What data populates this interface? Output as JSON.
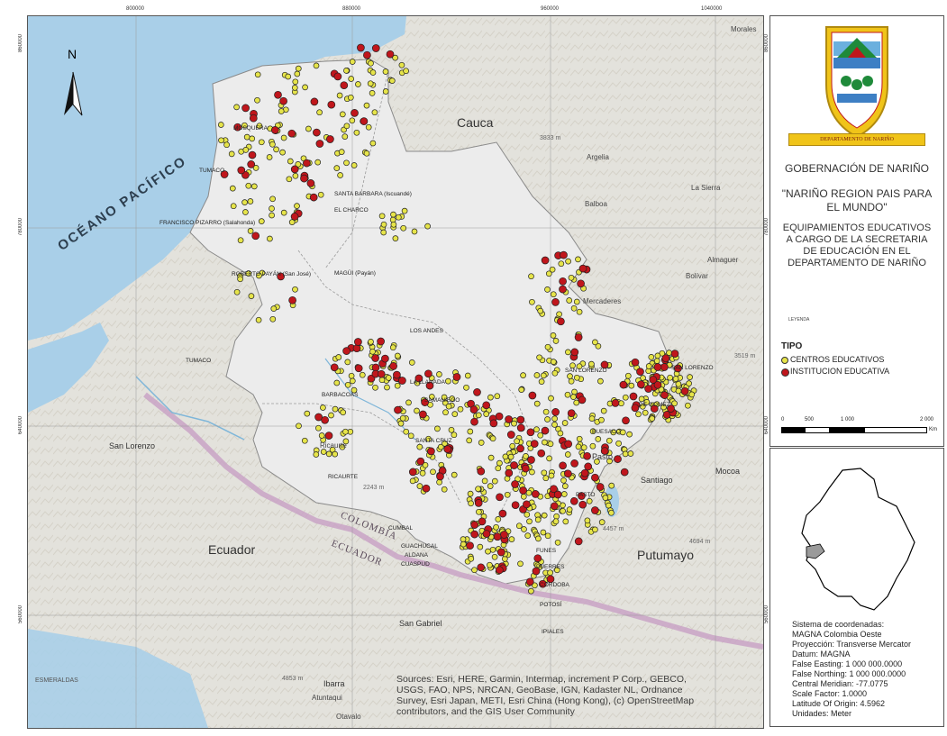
{
  "map": {
    "top_ticks": [
      "800000",
      "880000",
      "960000",
      "1040000"
    ],
    "left_ticks": [
      "860000",
      "780000",
      "640000",
      "560000"
    ],
    "right_ticks": [
      "860000",
      "780000",
      "640000",
      "560000"
    ],
    "north_label": "N",
    "ocean_label": "OCÉANO PACÍFICO",
    "regions": {
      "cauca": "Cauca",
      "ecuador": "Ecuador",
      "putumayo": "Putumayo",
      "colombia_border": "COLOMBIA",
      "ecuador_border": "ECUADOR"
    },
    "places": [
      {
        "name": "MOSQUERA"
      },
      {
        "name": "TUMACO"
      },
      {
        "name": "EL CHARCO"
      },
      {
        "name": "SANTA BARBARA (Iscuandé)"
      },
      {
        "name": "FRANCISCO PIZARRO (Salahonda)"
      },
      {
        "name": "ROBERTO PAYÁN (San José)"
      },
      {
        "name": "MAGÜI (Payán)"
      },
      {
        "name": "TUMACO"
      },
      {
        "name": "BARBACOAS"
      },
      {
        "name": "LOS ANDES"
      },
      {
        "name": "LA LLANADA"
      },
      {
        "name": "SAMANIEGO"
      },
      {
        "name": "SANTA CRUZ"
      },
      {
        "name": "RICAURTE"
      },
      {
        "name": "Ricaurte"
      },
      {
        "name": "San Lorenzo"
      },
      {
        "name": "CUMBAL"
      },
      {
        "name": "GUACHUCAL"
      },
      {
        "name": "ALDANA"
      },
      {
        "name": "CUASPUD"
      },
      {
        "name": "FUNES"
      },
      {
        "name": "PUERRES"
      },
      {
        "name": "CORDOBA"
      },
      {
        "name": "POTOSÍ"
      },
      {
        "name": "IPIALES"
      },
      {
        "name": "PASTO"
      },
      {
        "name": "Pasto"
      },
      {
        "name": "Santiago"
      },
      {
        "name": "Mocoa"
      },
      {
        "name": "Argelia"
      },
      {
        "name": "La Sierra"
      },
      {
        "name": "Balboa"
      },
      {
        "name": "Mercaderes"
      },
      {
        "name": "Almaguer"
      },
      {
        "name": "Bolívar"
      },
      {
        "name": "Morales"
      },
      {
        "name": "San Gabriel"
      },
      {
        "name": "Ibarra"
      },
      {
        "name": "Atuntaqui"
      },
      {
        "name": "Otavalo"
      },
      {
        "name": "ESMERALDAS"
      },
      {
        "name": "SAN LORENZO"
      },
      {
        "name": "DE GOMEZ"
      },
      {
        "name": "BUESACO"
      },
      {
        "name": "SAN LORENZO"
      }
    ],
    "elevations": [
      "3833 m",
      "4457 m",
      "4694 m",
      "2243 m",
      "4853 m",
      "3519 m"
    ],
    "source_text": "Sources: Esri, HERE, Garmin, Intermap, increment P Corp., GEBCO, USGS, FAO, NPS, NRCAN, GeoBase, IGN, Kadaster NL, Ordnance Survey, Esri Japan, METI, Esri China (Hong Kong), (c) OpenStreetMap contributors, and the GIS User Community"
  },
  "panel": {
    "crest_ribbon": "DEPARTAMENTO DE NARIÑO",
    "gov_title": "GOBERNACIÓN DE NARIÑO",
    "slogan": "\"NARIÑO REGION PAIS PARA EL MUNDO\"",
    "description": "EQUIPAMIENTOS EDUCATIVOS A CARGO DE LA SECRETARIA DE EDUCACIÓN EN EL DEPARTAMENTO DE NARIÑO",
    "legend_heading": "LEYENDA",
    "tipo_label": "TIPO",
    "legend_items": [
      {
        "label": "CENTROS EDUCATIVOS",
        "color": "#e6e44a"
      },
      {
        "label": "INSTITUCION EDUCATIVA",
        "color": "#c0161c"
      }
    ],
    "scale_labels": [
      "0",
      "500",
      "1 000",
      "2 000"
    ],
    "scale_unit": "Km",
    "coord_heading": "Sistema de coordenadas:",
    "coord_lines": [
      "MAGNA Colombia Oeste",
      "Proyección: Transverse Mercator",
      "Datum: MAGNA",
      "False Easting: 1 000 000.0000",
      "False Northing: 1 000 000.0000",
      "Central Meridian: -77.0775",
      "Scale Factor: 1.0000",
      "Latitude Of Origin: 4.5962",
      "Unidades: Meter"
    ]
  },
  "colors": {
    "ocean": "#a9cfe8",
    "land": "#e3e2dc",
    "narino": "#ececec",
    "centro": "#e6e44a",
    "institucion": "#c0161c",
    "border": "#c9a3c6"
  }
}
